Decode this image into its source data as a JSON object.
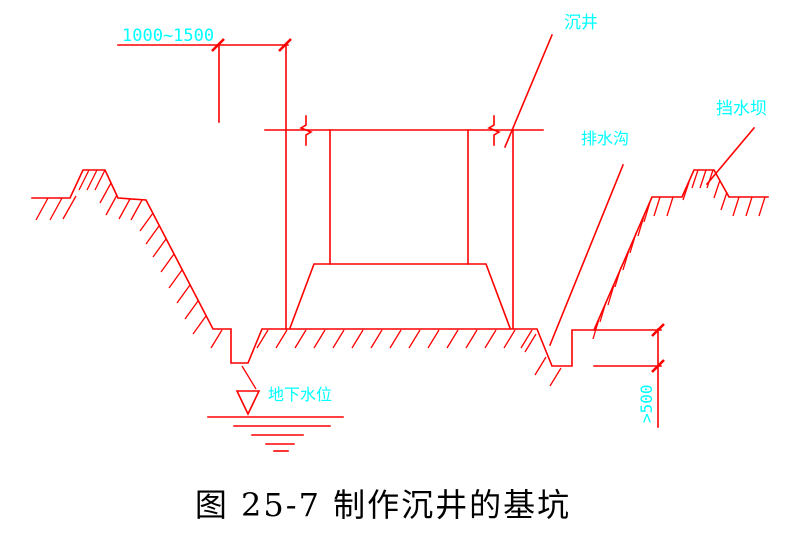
{
  "page": {
    "background": "#ffffff"
  },
  "drawing": {
    "colors": {
      "line": "#ff0000",
      "label": "#00ffff",
      "caption": "#000000"
    },
    "labels": {
      "top_dimension": "1000~1500",
      "caisson": "沉井",
      "drainage_ditch": "排水沟",
      "water_dam": "挡水坝",
      "groundwater_level": "地下水位",
      "ditch_depth": ">500"
    },
    "caption": "图 25-7 制作沉井的基坑"
  }
}
